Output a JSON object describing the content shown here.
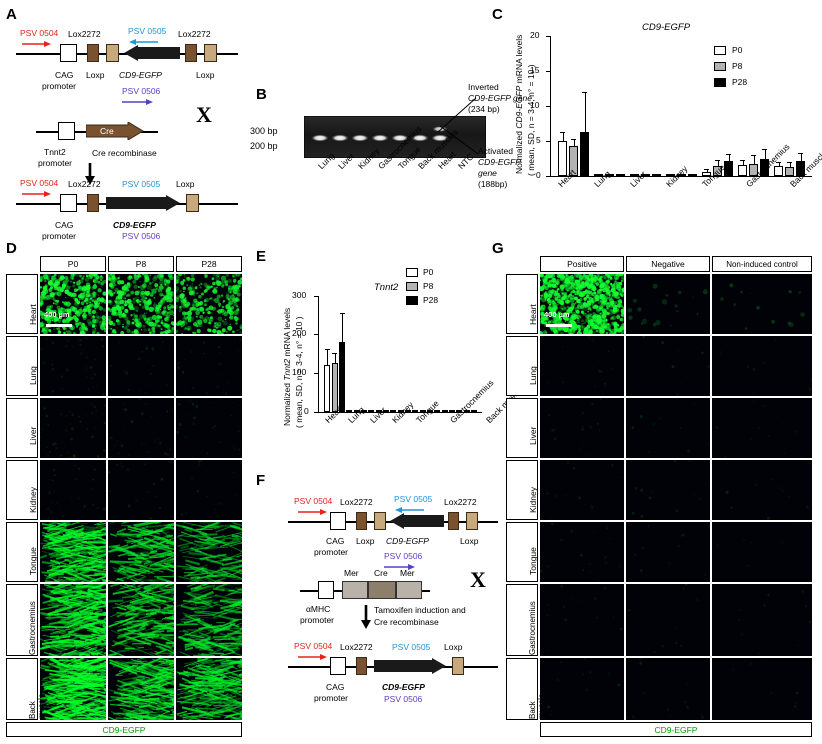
{
  "figure": {
    "panels": [
      "A",
      "B",
      "C",
      "D",
      "E",
      "F",
      "G"
    ]
  },
  "panelA": {
    "construct1": {
      "primer_left": "PSV 0504",
      "lox_left": "Lox2272",
      "primer_mid": "PSV 0505",
      "lox_right": "Lox2272",
      "promoter": "CAG\npromoter",
      "promoter_line1": "CAG",
      "promoter_line2": "promoter",
      "loxp_left": "Loxp",
      "gene": "CD9-EGFP",
      "loxp_right": "Loxp",
      "primer_bottom": "PSV 0506"
    },
    "cre": {
      "promoter_line1": "Tnnt2",
      "promoter_line2": "promoter",
      "cre_box": "Cre",
      "caption": "Cre recombinase",
      "x": "X"
    },
    "construct2": {
      "primer_left": "PSV 0504",
      "lox_left": "Lox2272",
      "primer_mid": "PSV 0505",
      "loxp_right": "Loxp",
      "promoter_line1": "CAG",
      "promoter_line2": "promoter",
      "gene": "CD9-EGFP",
      "primer_bottom": "PSV 0506"
    }
  },
  "panelB": {
    "ladder": [
      "300 bp",
      "200 bp"
    ],
    "lanes": [
      "Lung",
      "Liver",
      "Kidney",
      "Gastrocnemius",
      "Tongue",
      "Back muscles",
      "Heart",
      "NTC"
    ],
    "annotations": {
      "top_line1": "Inverted",
      "top_line2": "CD9-EGFP gene",
      "top_line3": "(234 bp)",
      "bottom_line1": "Activated",
      "bottom_line2": "CD9-EGFP",
      "bottom_line3": "gene",
      "bottom_line4": "(188bp)"
    }
  },
  "panelC": {
    "title": "CD9-EGFP",
    "ylabel_line1": "Normalized CD9-EGFP  mRNA levels",
    "ylabel_line2": "( mean, SD, n = 3-4, n° = 10 )",
    "legend": [
      "P0",
      "P8",
      "P28"
    ],
    "legend_colors": [
      "#ffffff",
      "#b3b3b3",
      "#000000"
    ],
    "chart_data": {
      "type": "bar",
      "title": "CD9-EGFP",
      "xlabel": "",
      "ylabel": "Normalized CD9-EGFP mRNA levels ( mean, SD, n = 3-4, n° = 10 )",
      "ylim": [
        0,
        20
      ],
      "yticks": [
        0,
        5,
        10,
        15,
        20
      ],
      "categories": [
        "Heart",
        "Lung",
        "Liver",
        "Kidney",
        "Tongue",
        "Gastrocnemius",
        "Back muscle"
      ],
      "series": [
        {
          "name": "P0",
          "color": "#ffffff",
          "values": [
            5.0,
            0.05,
            0.05,
            0.05,
            0.6,
            1.6,
            1.4
          ],
          "errors": [
            1.2,
            0.02,
            0.02,
            0.02,
            0.25,
            0.6,
            0.5
          ]
        },
        {
          "name": "P8",
          "color": "#b3b3b3",
          "values": [
            4.3,
            0.05,
            0.05,
            0.05,
            1.5,
            1.7,
            1.3
          ],
          "errors": [
            0.9,
            0.02,
            0.02,
            0.02,
            0.7,
            1.1,
            0.5
          ]
        },
        {
          "name": "P28",
          "color": "#000000",
          "values": [
            6.3,
            0.05,
            0.05,
            0.05,
            2.1,
            2.5,
            2.2
          ],
          "errors": [
            5.6,
            0.02,
            0.02,
            0.02,
            0.9,
            1.2,
            0.9
          ]
        }
      ]
    }
  },
  "panelD": {
    "columns": [
      "P0",
      "P8",
      "P28"
    ],
    "rows": [
      "Heart",
      "Lung",
      "Liver",
      "Kidney",
      "Tongue",
      "Gastrocnemius",
      "Back muscle"
    ],
    "scalebar": "400 µm",
    "footer": "CD9-EGFP"
  },
  "panelE": {
    "title": "Tnnt2",
    "ylabel_line1": "Normalized Tnnt2 mRNA levels",
    "ylabel_line2": "( mean, SD, n = 3-4, n° = 10 )",
    "legend": [
      "P0",
      "P8",
      "P28"
    ],
    "legend_colors": [
      "#ffffff",
      "#b3b3b3",
      "#000000"
    ],
    "chart_data": {
      "type": "bar",
      "title": "Tnnt2",
      "xlabel": "",
      "ylabel": "Normalized Tnnt2 mRNA levels ( mean, SD, n = 3-4, n° = 10 )",
      "ylim": [
        0,
        300
      ],
      "yticks": [
        0,
        100,
        200,
        300
      ],
      "categories": [
        "Heart",
        "Lung",
        "Liver",
        "Kidney",
        "Tongue",
        "Gastrocnemius",
        "Back muscle"
      ],
      "series": [
        {
          "name": "P0",
          "color": "#ffffff",
          "values": [
            122,
            1,
            1,
            1,
            2,
            1,
            1
          ],
          "errors": [
            38,
            0.5,
            0.5,
            0.5,
            1,
            0.5,
            0.5
          ]
        },
        {
          "name": "P8",
          "color": "#b3b3b3",
          "values": [
            128,
            1,
            1,
            1,
            2,
            1,
            1
          ],
          "errors": [
            22,
            0.5,
            0.5,
            0.5,
            1,
            0.5,
            0.5
          ]
        },
        {
          "name": "P28",
          "color": "#000000",
          "values": [
            182,
            1,
            1,
            1,
            2,
            1,
            1
          ],
          "errors": [
            72,
            0.5,
            0.5,
            0.5,
            1,
            0.5,
            0.5
          ]
        }
      ]
    }
  },
  "panelF": {
    "construct1": {
      "primer_left": "PSV 0504",
      "lox_left": "Lox2272",
      "primer_mid": "PSV 0505",
      "lox_right": "Lox2272",
      "promoter_line1": "CAG",
      "promoter_line2": "promoter",
      "loxp_left": "Loxp",
      "gene": "CD9-EGFP",
      "loxp_right": "Loxp",
      "primer_bottom": "PSV 0506"
    },
    "cre": {
      "mer_left": "Mer",
      "cre_box": "Cre",
      "mer_right": "Mer",
      "promoter_line1": "αMHC",
      "promoter_line2": "promoter",
      "caption_line1": "Tamoxifen induction and",
      "caption_line2": "Cre recombinase",
      "x": "X"
    },
    "construct2": {
      "primer_left": "PSV 0504",
      "lox_left": "Lox2272",
      "primer_mid": "PSV 0505",
      "loxp_right": "Loxp",
      "promoter_line1": "CAG",
      "promoter_line2": "promoter",
      "gene": "CD9-EGFP",
      "primer_bottom": "PSV 0506"
    }
  },
  "panelG": {
    "columns": [
      "Positive",
      "Negative",
      "Non-induced control"
    ],
    "rows": [
      "Heart",
      "Lung",
      "Liver",
      "Kidney",
      "Tongue",
      "Gastrocnemius",
      "Back muscle"
    ],
    "scalebar": "400 µm",
    "footer": "CD9-EGFP"
  },
  "colors": {
    "egfp_green": "#00c000",
    "primer_red": "#e8221a",
    "primer_blue": "#2196d8",
    "primer_purple": "#5b3ec7",
    "box_brown": "#7a5230",
    "box_tan": "#c8a97e",
    "box_gray": "#b9b2a8"
  }
}
